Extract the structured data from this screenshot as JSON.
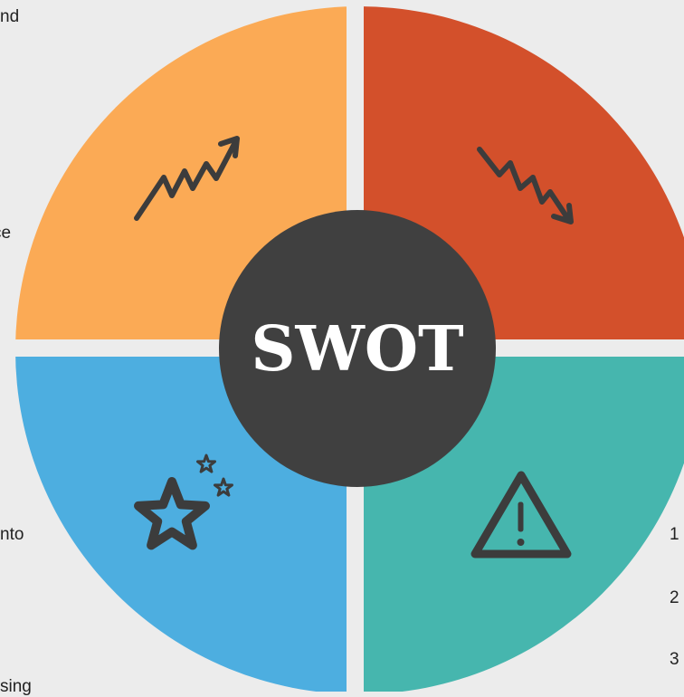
{
  "center": {
    "label": "SWOT"
  },
  "colors": {
    "background": "#ececec",
    "strengths": "#fbaa55",
    "weaknesses": "#d3502b",
    "opportunities": "#4daee0",
    "threats": "#46b6ae",
    "center": "#404040",
    "icon": "#3c3c3c",
    "divider": "#ececec"
  },
  "quadrants": [
    {
      "key": "strengths",
      "icon": "trend-up-icon"
    },
    {
      "key": "weaknesses",
      "icon": "trend-down-icon"
    },
    {
      "key": "opportunities",
      "icon": "stars-icon"
    },
    {
      "key": "threats",
      "icon": "warning-icon"
    }
  ],
  "edge_text": {
    "left_top": "nd",
    "left_mid_1": "ce",
    "left_mid_2": ")",
    "left_lower": "nto",
    "left_bottom": "sing",
    "right_1": "1",
    "right_2": "2",
    "right_3": "3"
  }
}
